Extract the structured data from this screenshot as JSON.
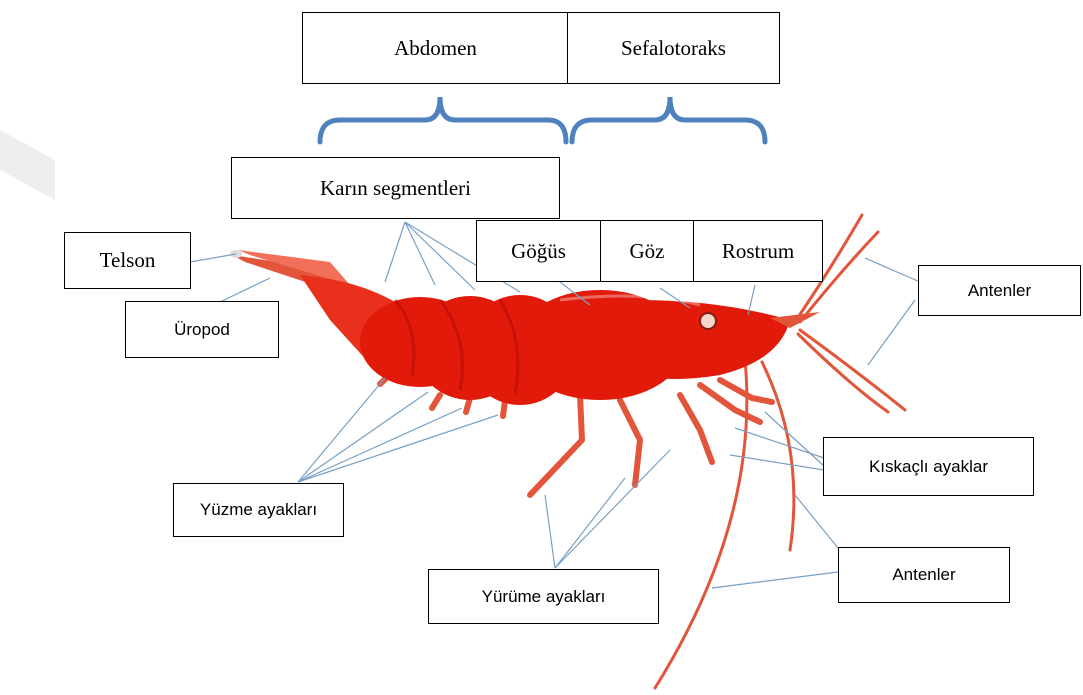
{
  "colors": {
    "body": "#e11a0a",
    "body_dark": "#b80d05",
    "body_light": "#ff3a26",
    "leg": "#e2553b",
    "leader": "#7aa0c4",
    "brace": "#4f82bd",
    "mark": "#eeeeee"
  },
  "labels": {
    "abdomen": "Abdomen",
    "cephalothorax": "Sefalotoraks",
    "abdominal_segments": "Karın segmentleri",
    "thorax": "Göğüs",
    "eye": "Göz",
    "rostrum": "Rostrum",
    "telson": "Telson",
    "uropod": "Üropod",
    "antennae_upper": "Antenler",
    "swimming_legs": "Yüzme ayakları",
    "chelipeds": "Kıskaçlı ayaklar",
    "walking_legs": "Yürüme ayakları",
    "antennae_lower": "Antenler"
  }
}
